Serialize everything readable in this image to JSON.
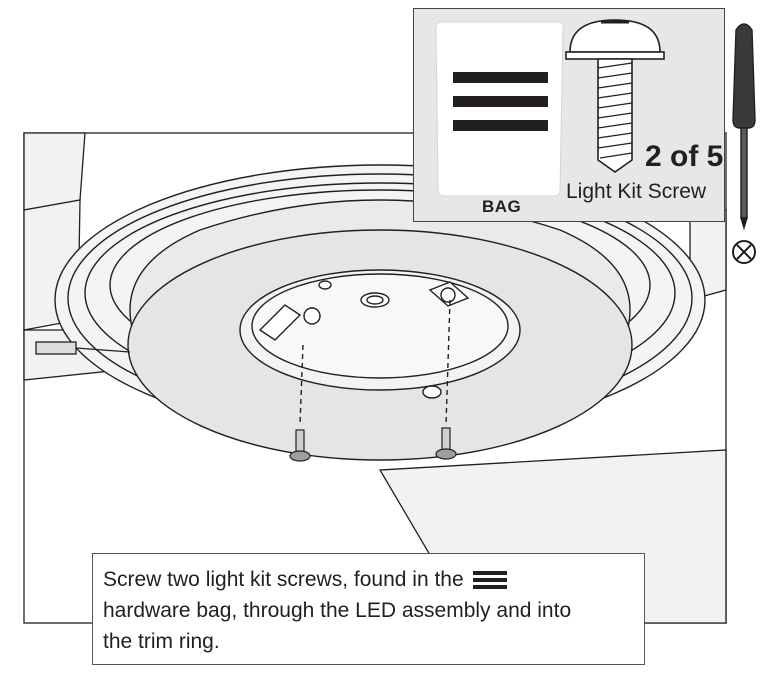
{
  "hardware": {
    "bag_label": "BAG",
    "count_label": "2 of 5",
    "part_name": "Light Kit Screw"
  },
  "instruction": {
    "line1": "Screw two light kit screws, found in the",
    "line2": "hardware bag, through the LED assembly and into",
    "line3": "the trim ring."
  },
  "icons": {
    "bag_symbol": "three-bar-bag-icon",
    "tool": "screwdriver-icon",
    "drive_type": "phillips-head-icon"
  }
}
